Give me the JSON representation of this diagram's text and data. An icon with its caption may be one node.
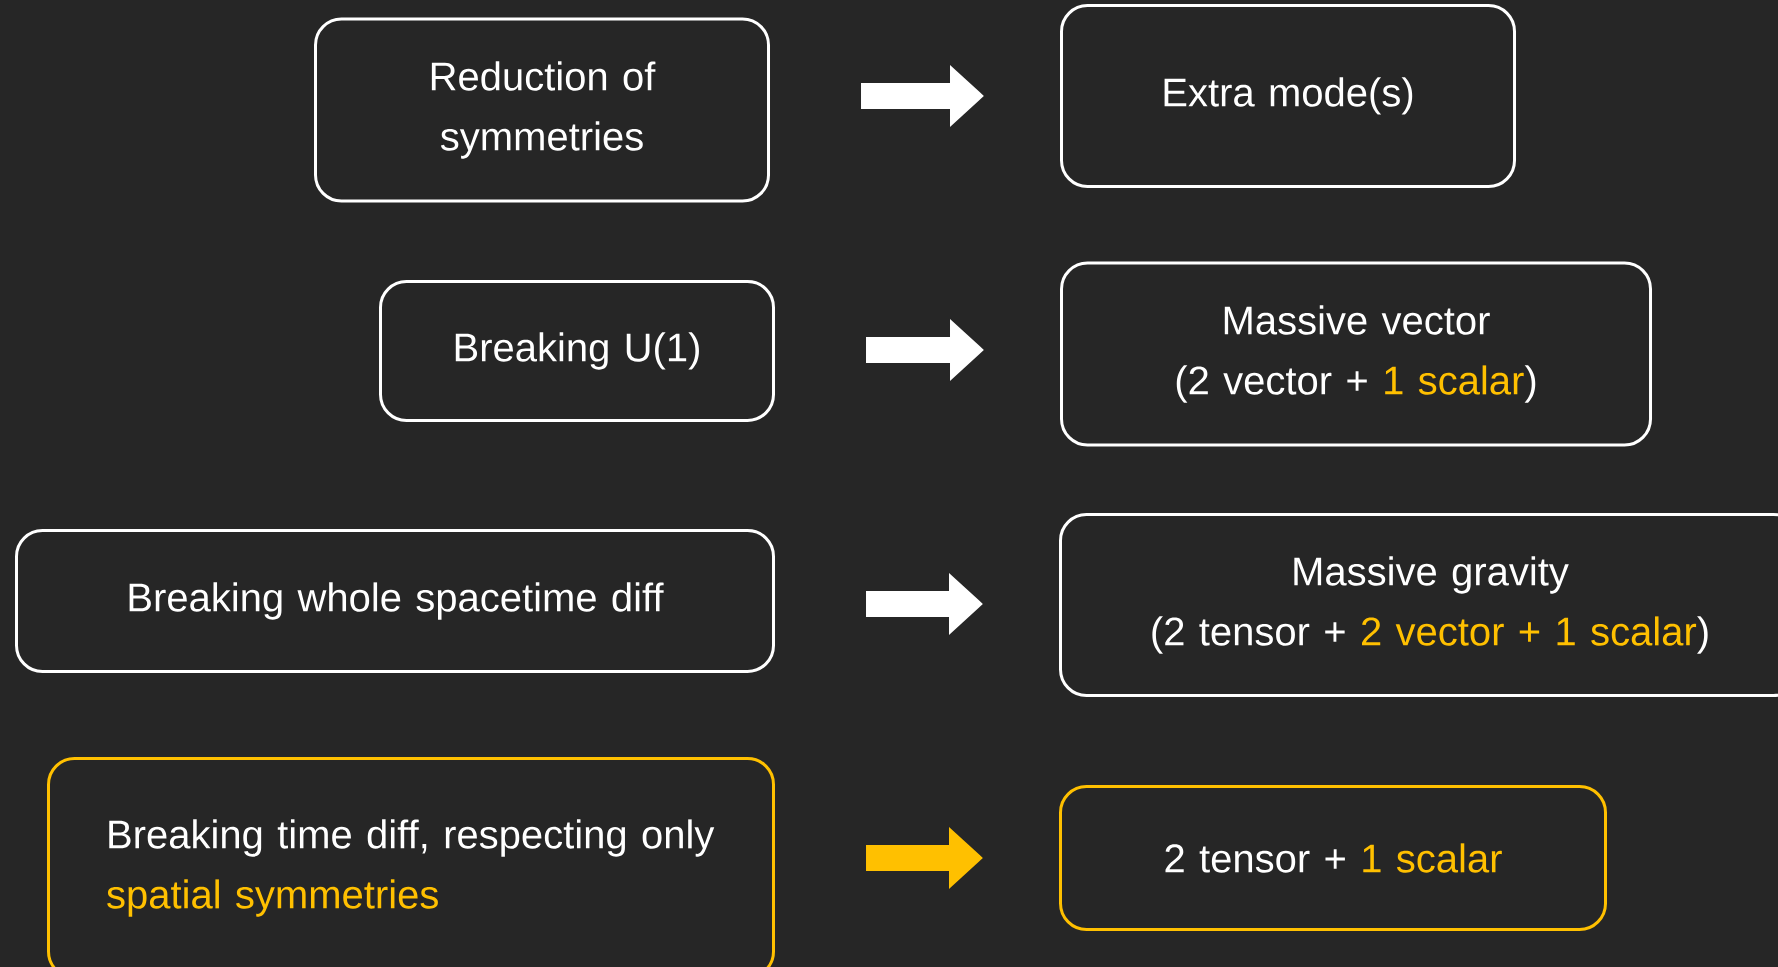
{
  "diagram": {
    "nodes": [
      {
        "text": [
          "Reduction of symmetries"
        ]
      },
      {
        "text": [
          "Extra mode(s)"
        ]
      },
      {
        "text": [
          "Breaking U(1)"
        ]
      },
      {
        "text": [
          "Massive vector",
          "(2 vector +",
          "1 scalar",
          ")"
        ]
      },
      {
        "text": [
          "Breaking whole spacetime diff"
        ]
      },
      {
        "text": [
          "Massive gravity",
          "(2 tensor +",
          "2 vector + 1 scalar",
          ")"
        ]
      },
      {
        "text": [
          "Breaking time diff, respecting only",
          "spatial symmetries"
        ]
      },
      {
        "text": [
          "2 tensor +",
          "1 scalar"
        ]
      }
    ],
    "edges": [
      {
        "from": 0,
        "to": 1,
        "arrow": "to"
      },
      {
        "from": 2,
        "to": 3,
        "arrow": "to"
      },
      {
        "from": 4,
        "to": 5,
        "arrow": "to"
      },
      {
        "from": 6,
        "to": 7,
        "arrow": "to",
        "color": "#ffc000"
      }
    ]
  }
}
